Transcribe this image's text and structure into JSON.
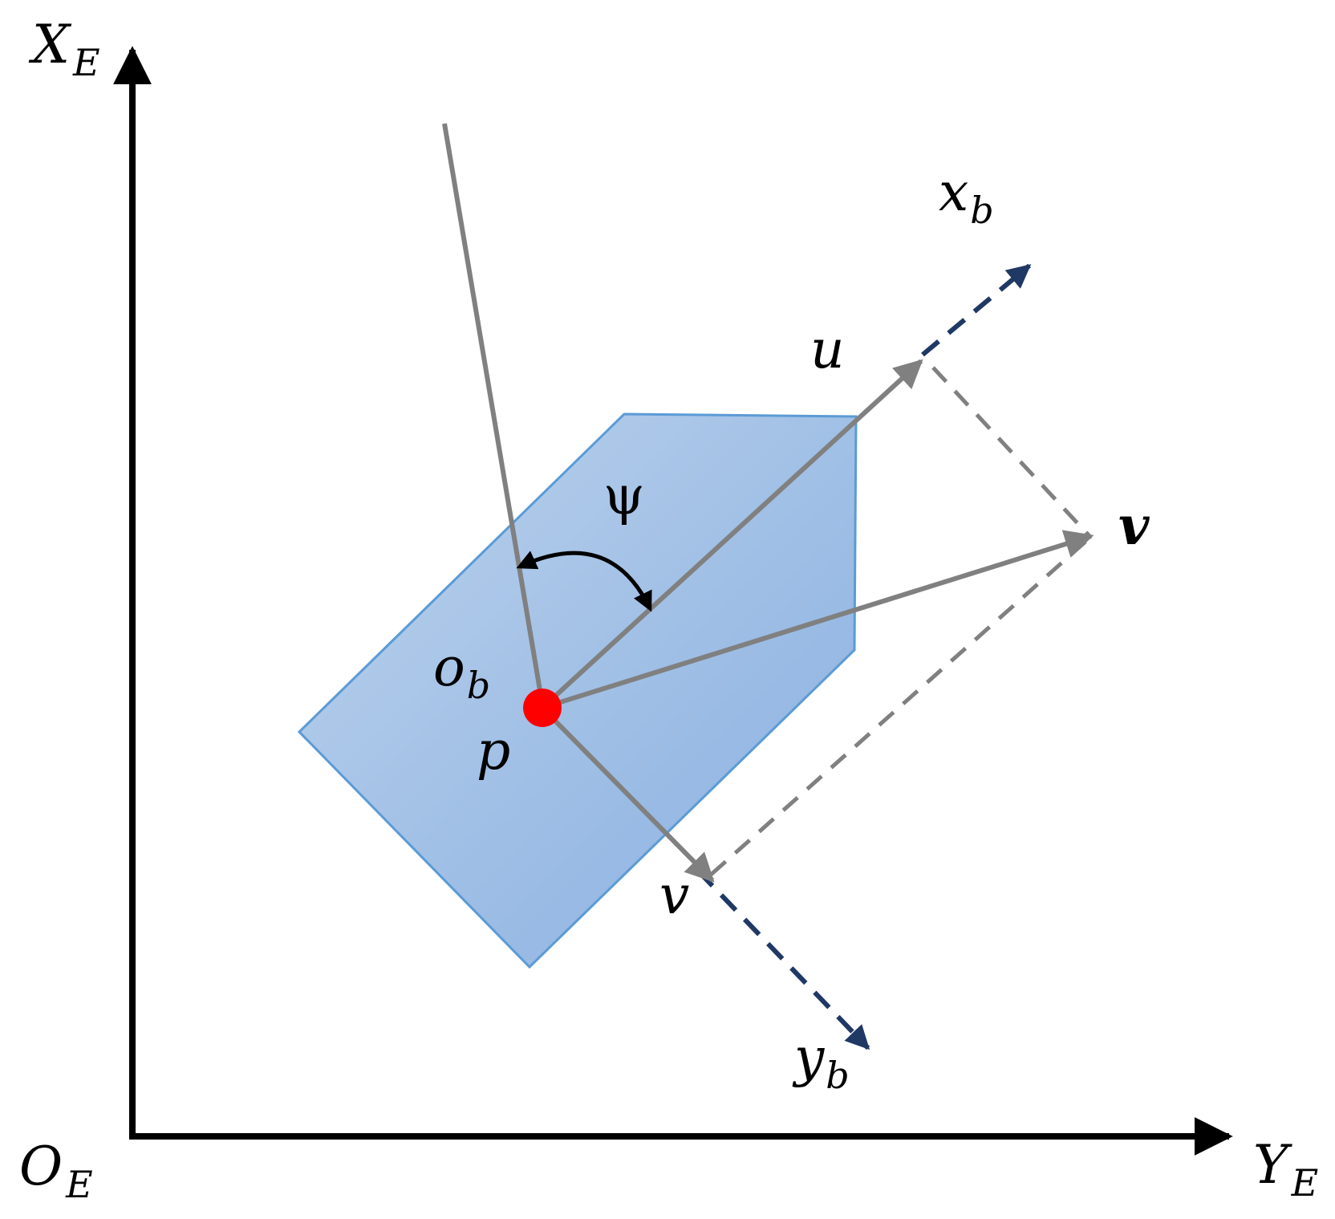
{
  "labels": {
    "earth_x_axis": {
      "main": "X",
      "sub": "E"
    },
    "earth_y_axis": {
      "main": "Y",
      "sub": "E"
    },
    "earth_origin": {
      "main": "O",
      "sub": "E"
    },
    "body_x_axis": {
      "main": "x",
      "sub": "b"
    },
    "body_y_axis": {
      "main": "y",
      "sub": "b"
    },
    "body_origin": {
      "main": "o",
      "sub": "b"
    },
    "position": "p",
    "heading_angle": "ψ",
    "surge_velocity": "u",
    "sway_velocity": "v",
    "total_velocity": "v"
  },
  "colors": {
    "axis": "#000000",
    "vector": "#808080",
    "body_axis": "#1f3864",
    "hull_fill_light": "#b7cfea",
    "hull_fill_dark": "#8db3e2",
    "hull_stroke": "#5b9bd5",
    "origin_point": "#ff0000"
  }
}
